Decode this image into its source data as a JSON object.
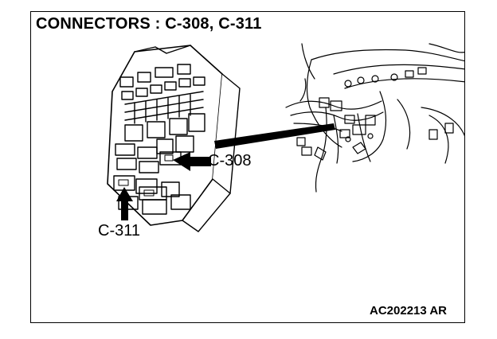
{
  "title": "CONNECTORS : C-308, C-311",
  "callouts": {
    "c308": "C-308",
    "c311": "C-311"
  },
  "figure_code": "AC202213 AR",
  "colors": {
    "ink": "#000000",
    "paper": "#ffffff"
  }
}
